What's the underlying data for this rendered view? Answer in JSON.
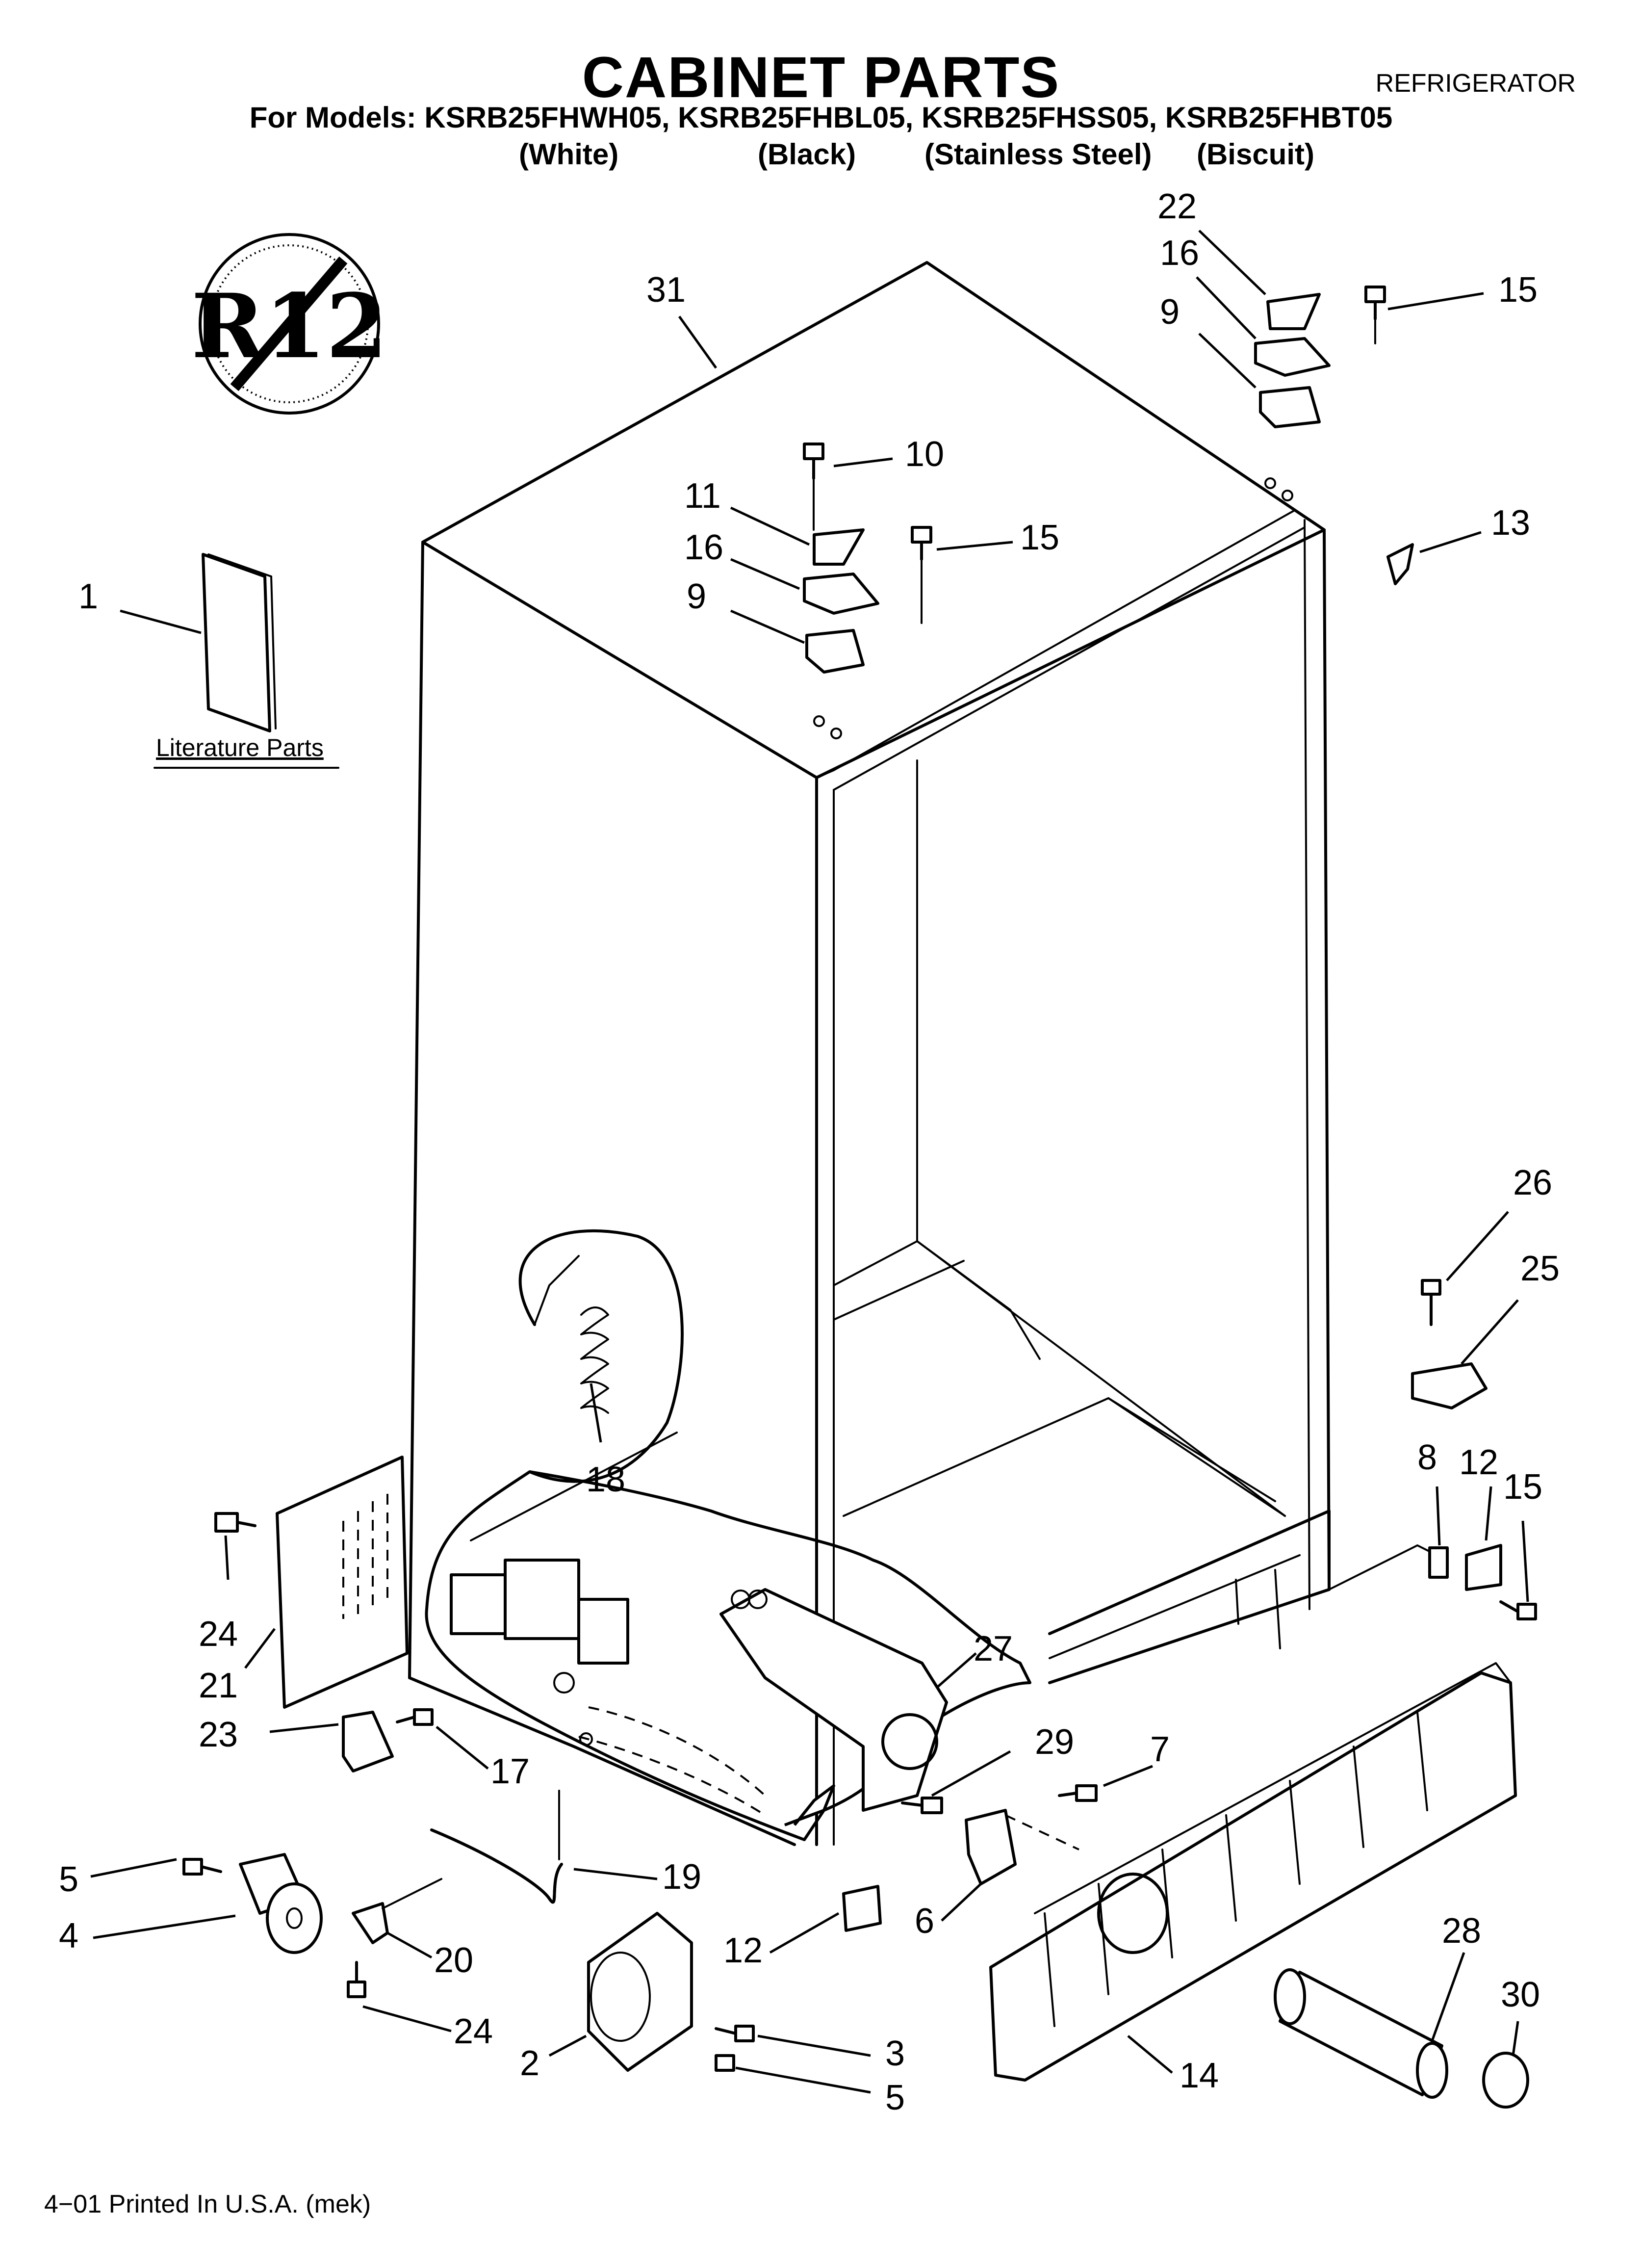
{
  "header": {
    "title": "CABINET PARTS",
    "category": "REFRIGERATOR",
    "models_line": "For Models: KSRB25FHWH05, KSRB25FHBL05, KSRB25FHSS05, KSRB25FHBT05",
    "variants": [
      "(White)",
      "(Black)",
      "(Stainless Steel)",
      "(Biscuit)"
    ]
  },
  "badge": {
    "text": "R12",
    "meaning": "no R12 refrigerant"
  },
  "literature": {
    "label": "Literature Parts"
  },
  "callouts": [
    "31",
    "22",
    "16",
    "15",
    "9",
    "10",
    "11",
    "16",
    "15",
    "9",
    "13",
    "1",
    "26",
    "25",
    "18",
    "8",
    "12",
    "15",
    "24",
    "21",
    "27",
    "23",
    "17",
    "29",
    "7",
    "5",
    "19",
    "4",
    "20",
    "6",
    "12",
    "28",
    "30",
    "24",
    "2",
    "3",
    "5",
    "14"
  ],
  "footer": {
    "print_note": "4−01 Printed In U.S.A. (mek)"
  }
}
